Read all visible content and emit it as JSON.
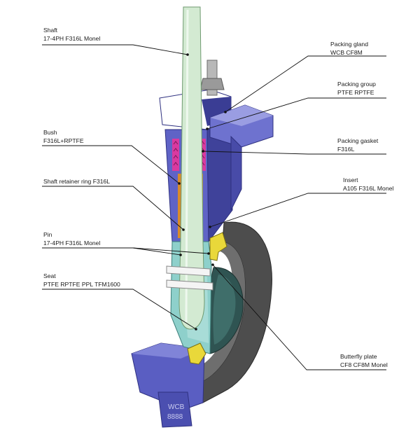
{
  "labels": [
    {
      "key": "shaft",
      "line1": "Shaft",
      "line2": "17-4PH F316L Monel"
    },
    {
      "key": "packing-gland",
      "line1": "Packing gland",
      "line2": "WCB CF8M"
    },
    {
      "key": "packing-group",
      "line1": "Packing group",
      "line2": "PTFE RPTFE"
    },
    {
      "key": "bush",
      "line1": "Bush",
      "line2": "F316L+RPTFE"
    },
    {
      "key": "packing-gasket",
      "line1": "Packing gasket",
      "line2": "F316L"
    },
    {
      "key": "shaft-retainer-ring",
      "line1": "Shaft retainer ring F316L",
      "line2": ""
    },
    {
      "key": "insert",
      "line1": "Insert",
      "line2": "A105 F316L Monel"
    },
    {
      "key": "pin",
      "line1": "Pin",
      "line2": "17-4PH F316L Monel"
    },
    {
      "key": "seat",
      "line1": "Seat",
      "line2": "PTFE RPTFE PPL TFM1600"
    },
    {
      "key": "butterfly-plate",
      "line1": "Butterfly plate",
      "line2": "CF8 CF8M Monel"
    }
  ],
  "body_marking": {
    "line1": "WCB",
    "line2": "8888"
  },
  "colors": {
    "body_blue": "#5a5ec2",
    "body_dark": "#33358a",
    "shaft_green": "#cfe8d0",
    "seat_teal": "#8ecfcc",
    "disc_dark": "#2f4a48",
    "plate_gray": "#4a4a4a",
    "pin_white": "#f2f2f2",
    "gasket_pink": "#d93aa0",
    "bush_orange": "#d88b2a",
    "insert_yellow": "#e8d83a"
  }
}
